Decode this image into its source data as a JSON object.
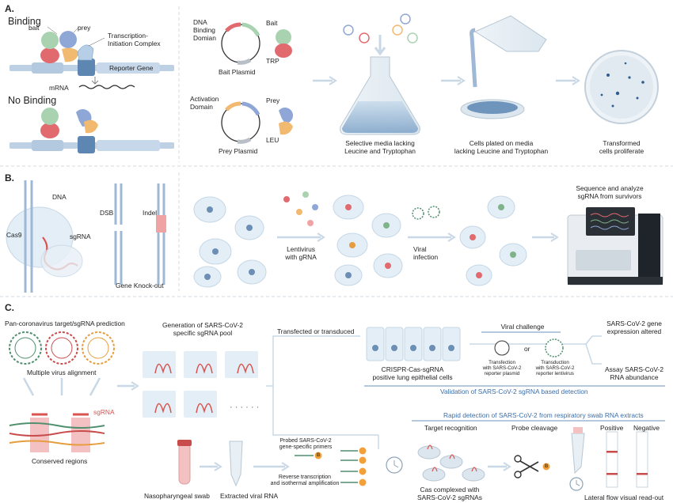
{
  "sections": {
    "a": "A.",
    "b": "B.",
    "c": "C."
  },
  "panel_a": {
    "binding": "Binding",
    "bait": "bait",
    "prey": "prey",
    "tic_line1": "Transcription-",
    "tic_line2": "Initiation Complex",
    "reporter_gene": "Reporter Gene",
    "mrna": "mRNA",
    "no_binding": "No Binding",
    "dbd_line1": "DNA",
    "dbd_line2": "Binding",
    "dbd_line3": "Domian",
    "bait_label": "Bait",
    "trp": "TRP",
    "bait_plasmid": "Bait Plasmid",
    "ad_line1": "Activation",
    "ad_line2": "Domain",
    "prey_label": "Prey",
    "leu": "LEU",
    "prey_plasmid": "Prey Plasmid",
    "flask_line1": "Selective media lacking",
    "flask_line2": "Leucine and Tryptophan",
    "plate_line1": "Cells plated on media",
    "plate_line2": "lacking Leucine and Tryptophan",
    "trans_line1": "Transformed",
    "trans_line2": "cells proliferate"
  },
  "panel_b": {
    "dna": "DNA",
    "cas9": "Cas9",
    "sgrna": "sgRNA",
    "dsb": "DSB",
    "indel": "Indel",
    "gene_ko": "Gene Knock-out",
    "lenti_line1": "Lentivirus",
    "lenti_line2": "with gRNA",
    "viral_line1": "Viral",
    "viral_line2": "infection",
    "seq_line1": "Sequence and analyze",
    "seq_line2": "sgRNA from survivors"
  },
  "panel_c": {
    "pan_title": "Pan-coronavirus target/sgRNA prediction",
    "multi_align": "Multiple virus alignment",
    "sgrna": "sgRNA",
    "conserved": "Conserved regions",
    "gen_line1": "Generation of SARS-CoV-2",
    "gen_line2": "specific sgRNA pool",
    "transfected": "Transfected or transduced",
    "crispr_line1": "CRISPR-Cas-sgRNA",
    "crispr_line2": "positive lung epithelial cells",
    "viral_challenge": "Viral challenge",
    "tf_line1": "Transfection",
    "tf_line2": "with SARS-CoV-2",
    "tf_line3": "reporter plasmid",
    "or": "or",
    "td_line1": "Transduction",
    "td_line2": "with SARS-CoV-2",
    "td_line3": "reporter lentivirus",
    "gene_exp_line1": "SARS-CoV-2 gene",
    "gene_exp_line2": "expression altered",
    "assay_line1": "Assay SARS-CoV-2",
    "assay_line2": "RNA abundance",
    "validation": "Validation of SARS-CoV-2 sgRNA based detection",
    "rapid": "Rapid detection of SARS-CoV-2 from respiratory swab RNA extracts",
    "target_recog": "Target recognition",
    "probe_cleave": "Probe cleavage",
    "positive": "Positive",
    "negative": "Negative",
    "probed_line1": "Probed SARS-CoV-2",
    "probed_line2": "gene-specific primers",
    "rt_line1": "Reverse transcription",
    "rt_line2": "and isothermal amplification",
    "swab": "Nasopharyngeal swab",
    "extracted": "Extracted viral RNA",
    "cas_line1": "Cas complexed with",
    "cas_line2": "SARS-CoV-2 sgRNAs",
    "lateral": "Lateral flow visual read-out",
    "ellipsis": "· · · · · ·",
    "biotin": "B"
  },
  "colors": {
    "dna_blue": "#9fb8d6",
    "bait_red": "#e06a6e",
    "prey_blue": "#8fa7d6",
    "bait_green": "#a9d3b0",
    "prey_orange": "#f2b970",
    "arrow": "#c9d8e6",
    "cell": "#e3eef6",
    "sgrna_red": "#d9534f",
    "accent_blue": "#3c6ea8"
  }
}
